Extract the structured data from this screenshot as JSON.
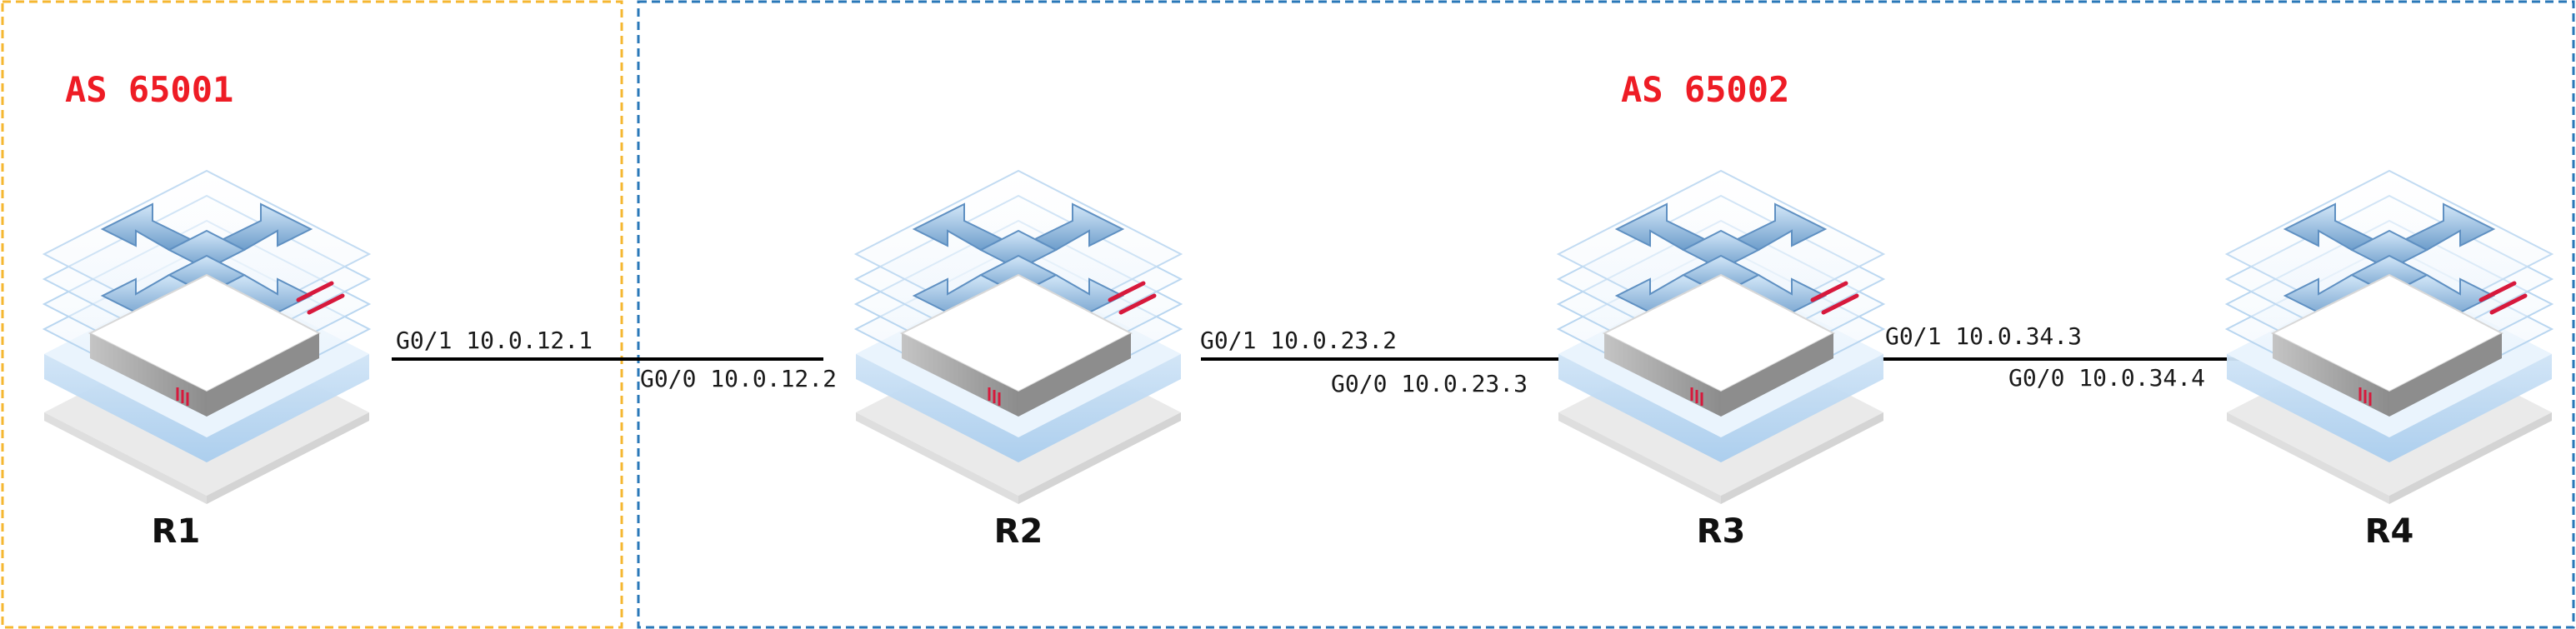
{
  "diagram": {
    "colors": {
      "as1_border": "#f5b731",
      "as2_border": "#2a78b8",
      "as_label": "#ee1c25",
      "link": "#000000",
      "router_accent": "#d7193c"
    },
    "areas": [
      {
        "id": "as1",
        "label": "AS 65001"
      },
      {
        "id": "as2",
        "label": "AS 65002"
      }
    ],
    "routers": [
      {
        "id": "r1",
        "name": "R1",
        "icon": "router-icon"
      },
      {
        "id": "r2",
        "name": "R2",
        "icon": "router-icon"
      },
      {
        "id": "r3",
        "name": "R3",
        "icon": "router-icon"
      },
      {
        "id": "r4",
        "name": "R4",
        "icon": "router-icon"
      }
    ],
    "links": [
      {
        "id": "r1-r2",
        "from": "r1",
        "to": "r2",
        "left_label": "G0/1 10.0.12.1",
        "right_label": "G0/0 10.0.12.2"
      },
      {
        "id": "r2-r3",
        "from": "r2",
        "to": "r3",
        "left_label": "G0/1 10.0.23.2",
        "right_label": "G0/0 10.0.23.3"
      },
      {
        "id": "r3-r4",
        "from": "r3",
        "to": "r4",
        "left_label": "G0/1 10.0.34.3",
        "right_label": "G0/0 10.0.34.4"
      }
    ]
  }
}
